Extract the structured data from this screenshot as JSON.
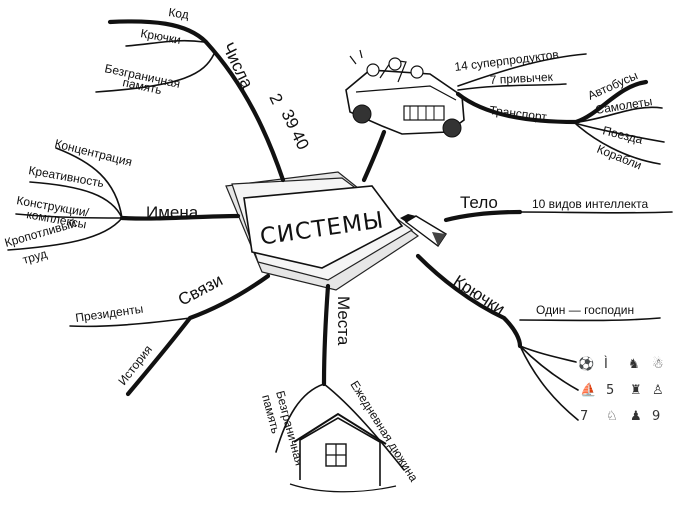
{
  "center": {
    "label": "СИСТЕМЫ"
  },
  "branches": {
    "numbers": {
      "label": "Числа",
      "values": [
        "2",
        "39",
        "40"
      ],
      "items": [
        "Код",
        "Крючки",
        "Безграничная",
        "память"
      ]
    },
    "car": {
      "items": [
        "14 суперпродуктов",
        "7 привычек",
        "Транспорт"
      ],
      "transport": [
        "Автобусы",
        "Самолеты",
        "Поезда",
        "Корабли"
      ]
    },
    "names": {
      "label": "Имена",
      "items": [
        "Концентрация",
        "Креативность",
        "Конструкции/",
        "комплексы",
        "Кропотливый",
        "труд"
      ]
    },
    "body": {
      "label": "Тело",
      "items": [
        "10 видов интеллекта"
      ]
    },
    "links": {
      "label": "Связи",
      "items": [
        "Президенты",
        "История"
      ]
    },
    "places": {
      "label": "Места",
      "items": [
        "Безграничная",
        "память",
        "Ежедневная дюжина"
      ]
    },
    "hooks": {
      "label": "Крючки",
      "items": [
        "Один — господин"
      ],
      "symbols": [
        "⚽",
        "Ì",
        "♞",
        "☃",
        "⛵",
        "5",
        "♜",
        "♙",
        "7",
        "♘",
        "♟",
        "9"
      ]
    }
  }
}
